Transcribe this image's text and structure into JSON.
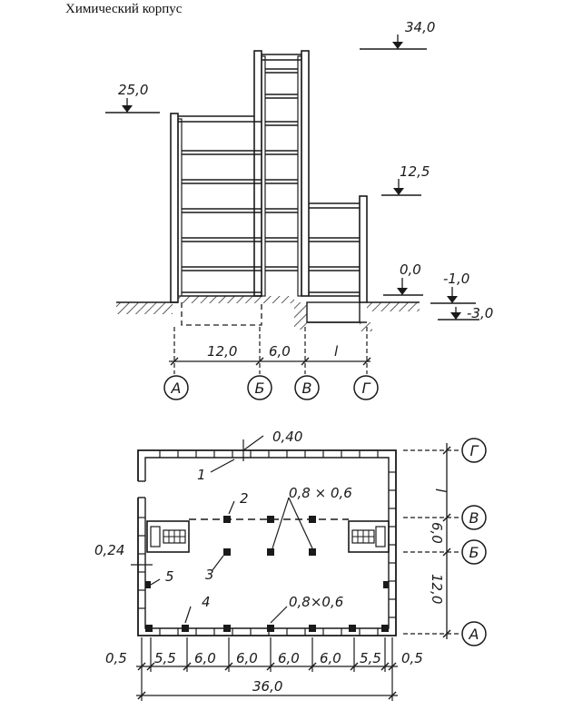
{
  "page": {
    "title": "Химический корпус"
  },
  "section": {
    "elevations": [
      "34,0",
      "25,0",
      "12,5",
      "0,0",
      "-1,0",
      "-3,0"
    ],
    "spans": [
      "12,0",
      "6,0",
      "l"
    ],
    "axes": [
      "А",
      "Б",
      "В",
      "Г"
    ]
  },
  "plan": {
    "wall_thickness_top": "0,40",
    "wall_thickness_side": "0,24",
    "column_size_upper": "0,8 × 0,6",
    "column_size_lower": "0,8×0,6",
    "callouts": [
      "1",
      "2",
      "3",
      "4",
      "5"
    ],
    "axes": [
      "Г",
      "В",
      "Б",
      "А"
    ],
    "vertical_spans": [
      "l",
      "6,0",
      "12,0"
    ],
    "bottom_spans": [
      "0,5",
      "5,5",
      "6,0",
      "6,0",
      "6,0",
      "6,0",
      "5,5",
      "0,5"
    ],
    "total_length": "36,0"
  },
  "colors": {
    "ink": "#1a1a1a",
    "background": "#ffffff"
  }
}
